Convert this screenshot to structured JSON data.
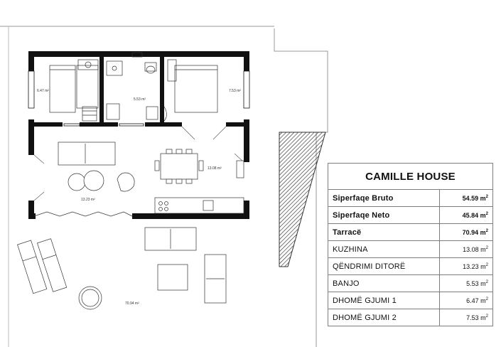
{
  "table": {
    "title": "CAMILLE HOUSE",
    "unit_suffix": "m",
    "rows": [
      {
        "name": "Siperfaqe Bruto",
        "value": "54.59",
        "bold": true
      },
      {
        "name": "Siperfaqe Neto",
        "value": "45.84",
        "bold": true
      },
      {
        "name": "Tarracë",
        "value": "70.94",
        "bold": true
      },
      {
        "name": "KUZHINA",
        "value": "13.08",
        "bold": false
      },
      {
        "name": "QËNDRIMI DITORË",
        "value": "13.23",
        "bold": false
      },
      {
        "name": "BANJO",
        "value": "5.53",
        "bold": false
      },
      {
        "name": "DHOMË GJUMI 1",
        "value": "6.47",
        "bold": false
      },
      {
        "name": "DHOMË GJUMI 2",
        "value": "7.53",
        "bold": false
      }
    ]
  },
  "plan_labels": {
    "bedroom1": "6.47 m²",
    "bathroom": "5.53 m²",
    "bedroom2": "7.53 m²",
    "kitchen": "13.08 m²",
    "living": "13.23 m²",
    "terrace": "70.94 m²"
  }
}
